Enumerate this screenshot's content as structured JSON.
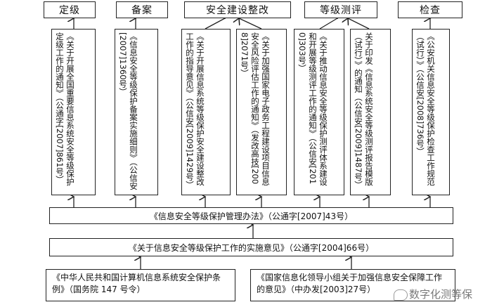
{
  "headers": [
    "定级",
    "备案",
    "安全建设整改",
    "等级测评",
    "检查"
  ],
  "columns": [
    "《关于开展全国重要信息系统安全等级保护定级工作的通知》（公通字[2007]861号）",
    "《信息安全等级保护备案实施细则》（公信安[2007]1360号）",
    "《关于开展信息系统等级保护安全建设整改工作的指导意见》（公信安[2009]1429号）",
    "《关于加强国家电子政务工程建设项目信息安全风险评估工作的通知》（发改高技[2008]2071号）",
    "《关于推动信息安全等级保护测评体系建设和开展等级测评工作的通知》（公信安[2010]303号）",
    "关于印发《信息系统安全等级测评报告模版（试行）》的通知（公信安[2009]1487号）",
    "《公安机关信息安全等级保护检查工作规范（试行）》（公信安[2008]736号）"
  ],
  "middle1": "《信息安全等级保护管理办法》（公通字[2007]43号）",
  "middle2": "《关于信息安全等级保护工作的实施意见》（公通字[2004]66号）",
  "bottom_left": "《中华人民共和国计算机信息系统安全保护条例》（国务院 147 号令）",
  "bottom_right": "《国家信息化领导小组关于加强信息安全保障工作的意见》（中办发[2003]27号）",
  "watermark": "数字化测等保"
}
